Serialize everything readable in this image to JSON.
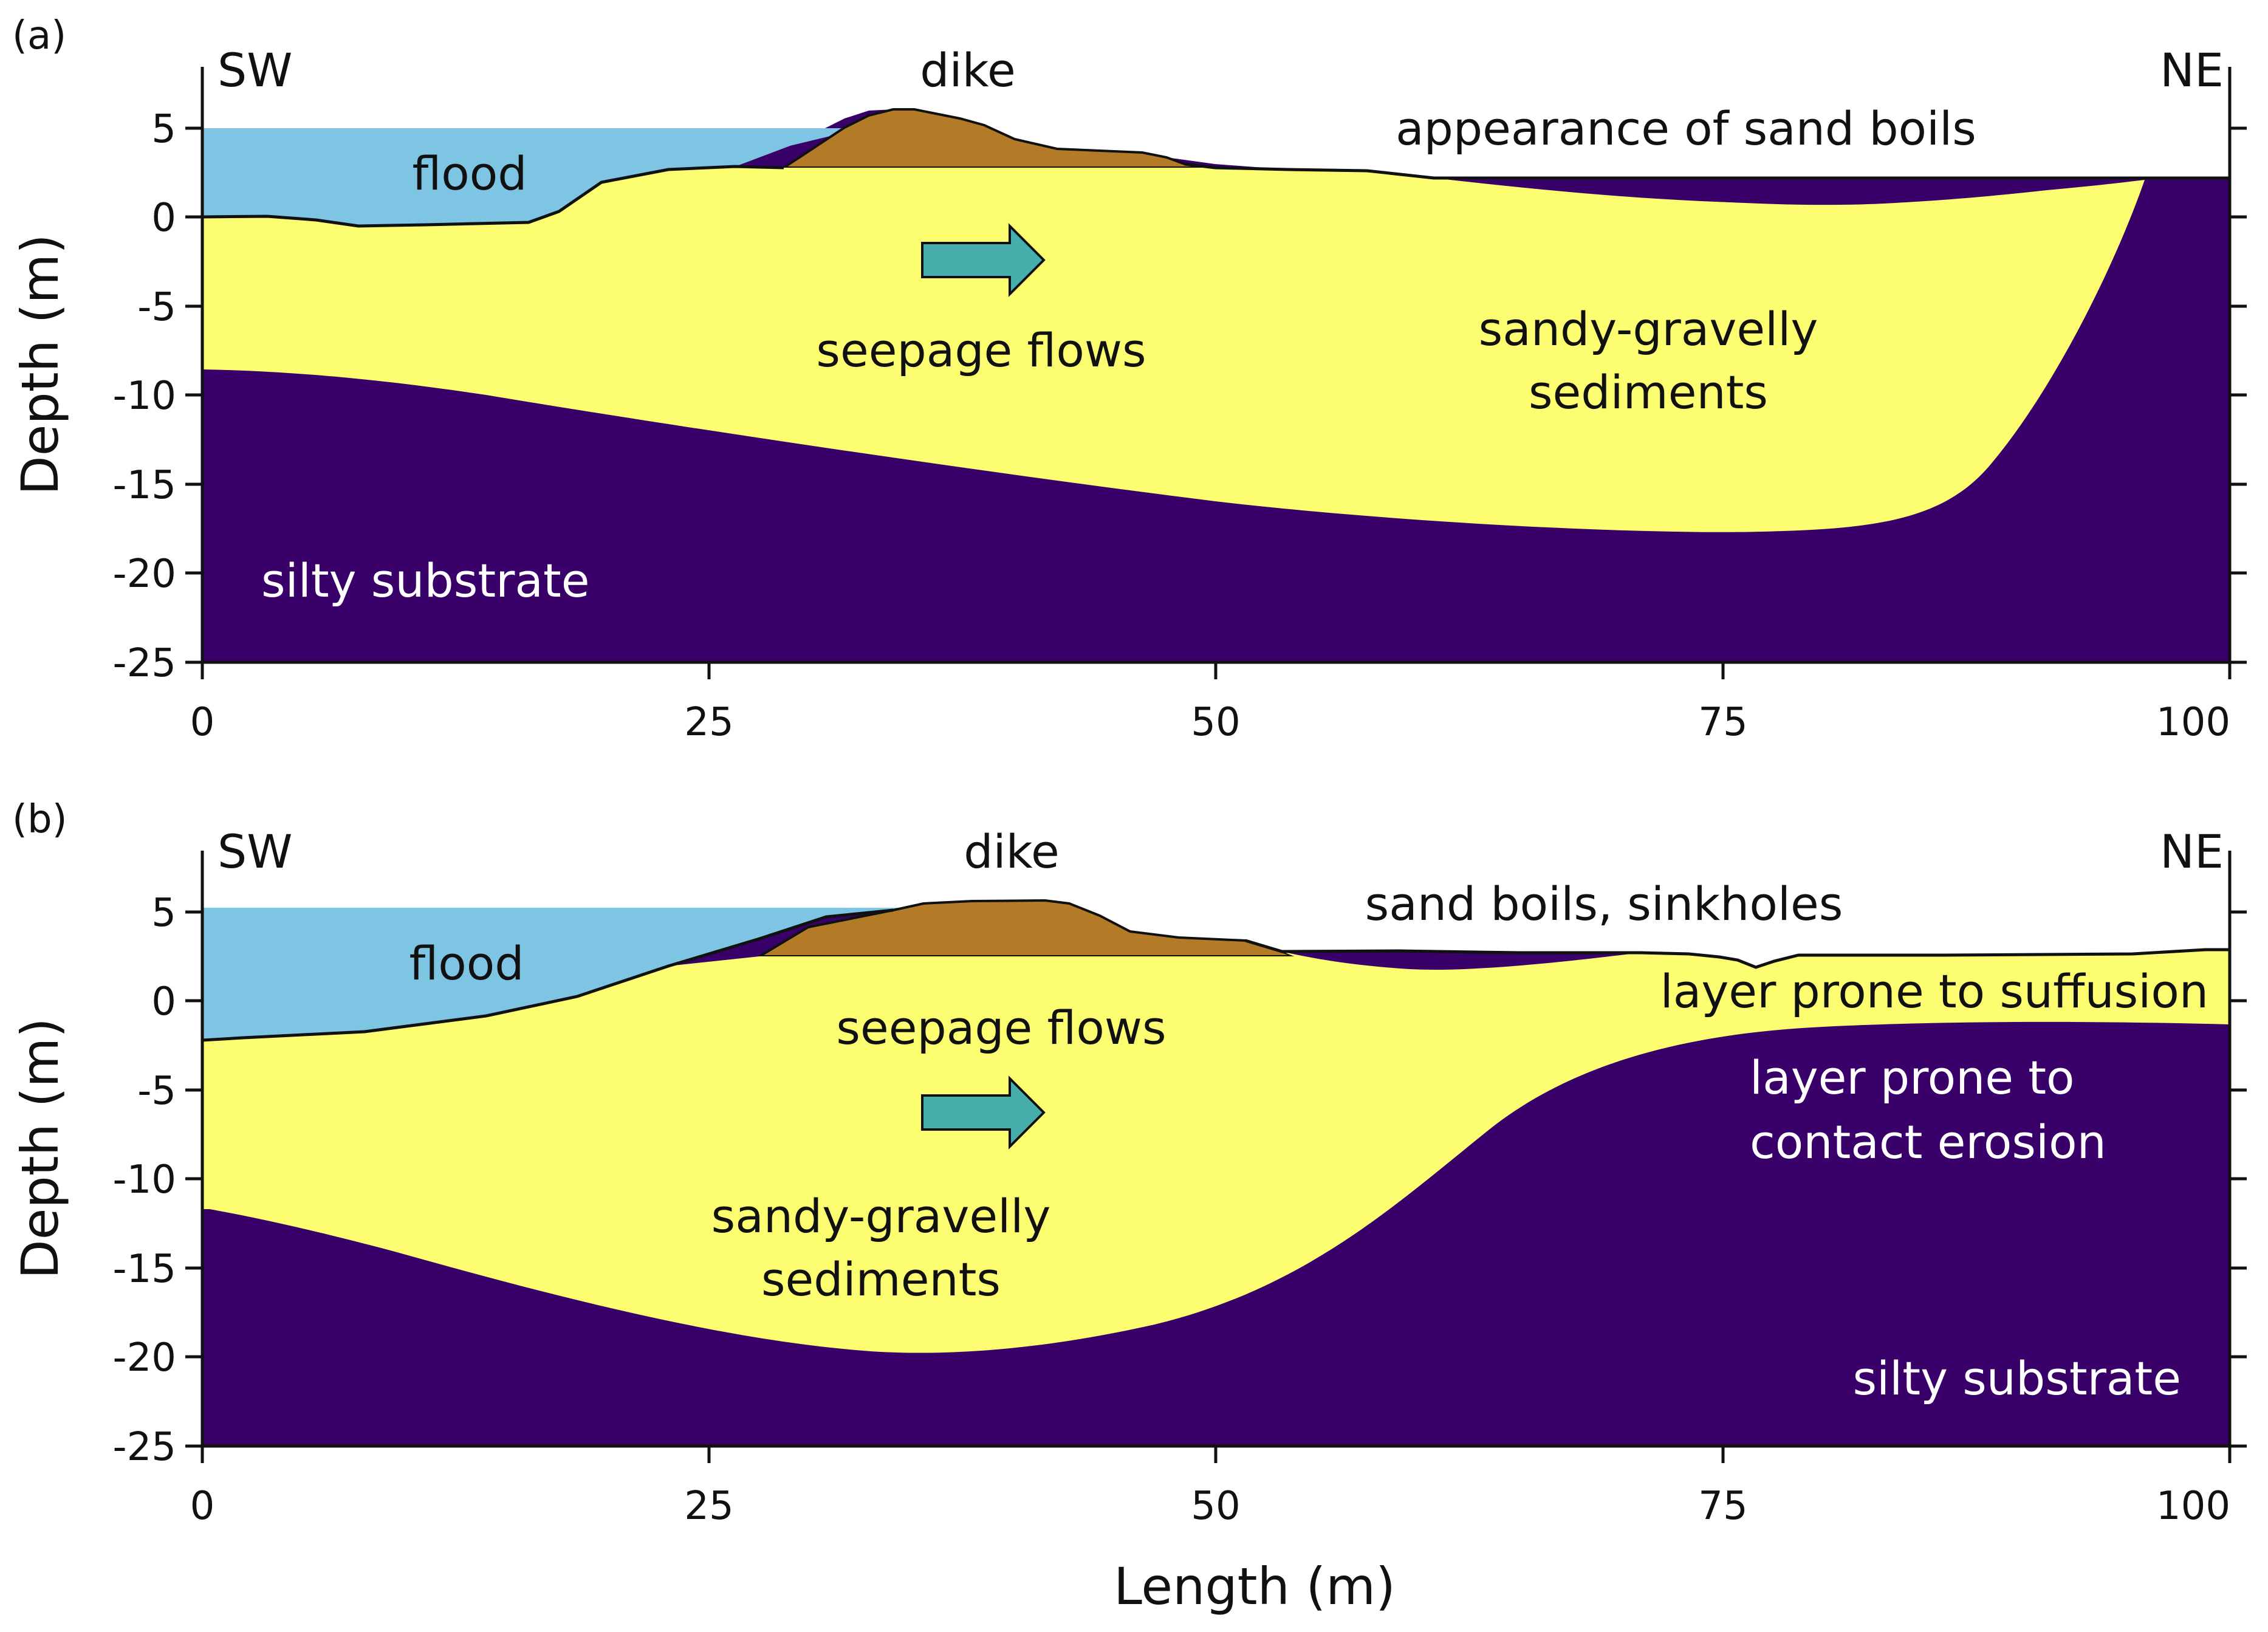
{
  "x_axis": {
    "label": "Length (m)",
    "ticks": [
      "0",
      "25",
      "50",
      "75",
      "100"
    ]
  },
  "y_axis": {
    "label": "Depth (m)",
    "ticks": [
      "5",
      "0",
      "-5",
      "-10",
      "-15",
      "-20",
      "-25"
    ]
  },
  "colors": {
    "flood": "#7ec4e3",
    "sediments": "#fdfd72",
    "substrate": "#3a006a",
    "dike": "#b37a27",
    "arrow": "#47afab"
  },
  "arrow_icon": "right-arrow-icon",
  "panels": [
    {
      "tag": "(a)",
      "west": "SW",
      "east": "NE",
      "dike": "dike",
      "flood": "flood",
      "top_note": "appearance of sand boils",
      "seepage": "seepage flows",
      "sediments": [
        "sandy-gravelly",
        "sediments"
      ],
      "substrate": "silty substrate"
    },
    {
      "tag": "(b)",
      "west": "SW",
      "east": "NE",
      "dike": "dike",
      "flood": "flood",
      "top_note": "sand boils, sinkholes",
      "seepage": "seepage flows",
      "sediments": [
        "sandy-gravelly",
        "sediments"
      ],
      "substrate": "silty substrate",
      "suffusion": "layer prone to suffusion",
      "contact": [
        "layer prone to",
        "contact erosion"
      ]
    }
  ]
}
